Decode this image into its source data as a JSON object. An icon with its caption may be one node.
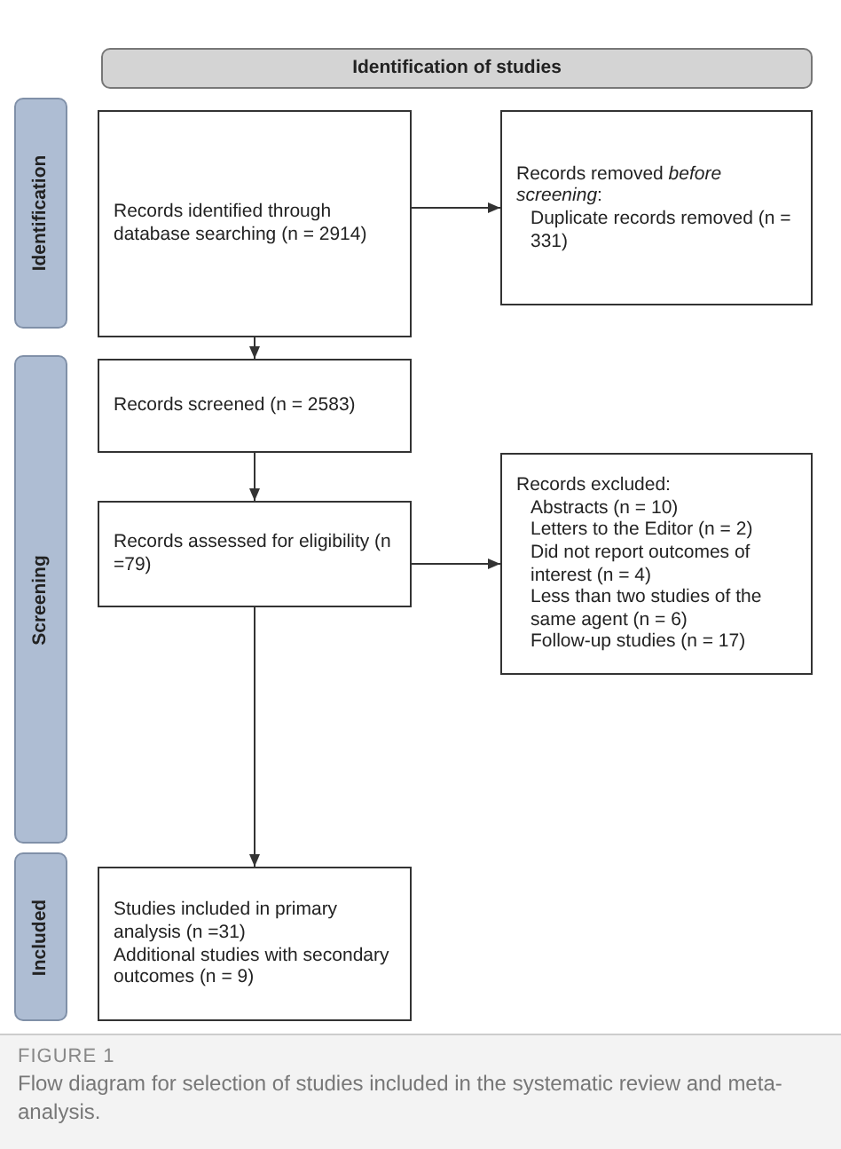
{
  "diagram": {
    "caption": "Flow diagram for selection of studies included in the systematic review and meta-analysis.",
    "nodes": [
      {
        "text": [
          "Identification of studies"
        ]
      },
      {
        "text": [
          "Identification"
        ]
      },
      {
        "text": [
          "Screening"
        ]
      },
      {
        "text": [
          "Included"
        ]
      },
      {
        "text": [
          "Records identified through database searching (n = 2914)"
        ]
      },
      {
        "text": [
          "Records removed *before screening*:",
          "Duplicate records removed (n = 331)"
        ]
      },
      {
        "text": [
          "Records screened (n = 2583)"
        ]
      },
      {
        "text": [
          "Records assessed for eligibility (n =79)"
        ]
      },
      {
        "text": [
          "Records excluded:",
          "Abstracts (n = 10)",
          "Letters to the Editor (n = 2)",
          "Did not report outcomes of interest (n = 4)",
          "Less than two studies of the same agent (n = 6)",
          "Follow-up studies (n = 17)"
        ]
      },
      {
        "text": [
          "Studies included in primary analysis (n =31)",
          "Additional studies with secondary outcomes (n = 9)"
        ]
      }
    ],
    "edges": [
      {
        "from": 4,
        "to": 5,
        "arrow": "to"
      },
      {
        "from": 4,
        "to": 6,
        "arrow": "to"
      },
      {
        "from": 6,
        "to": 7,
        "arrow": "to"
      },
      {
        "from": 7,
        "to": 8,
        "arrow": "to"
      },
      {
        "from": 7,
        "to": 9,
        "arrow": "to"
      }
    ],
    "labels": [
      "FIGURE 1"
    ]
  }
}
